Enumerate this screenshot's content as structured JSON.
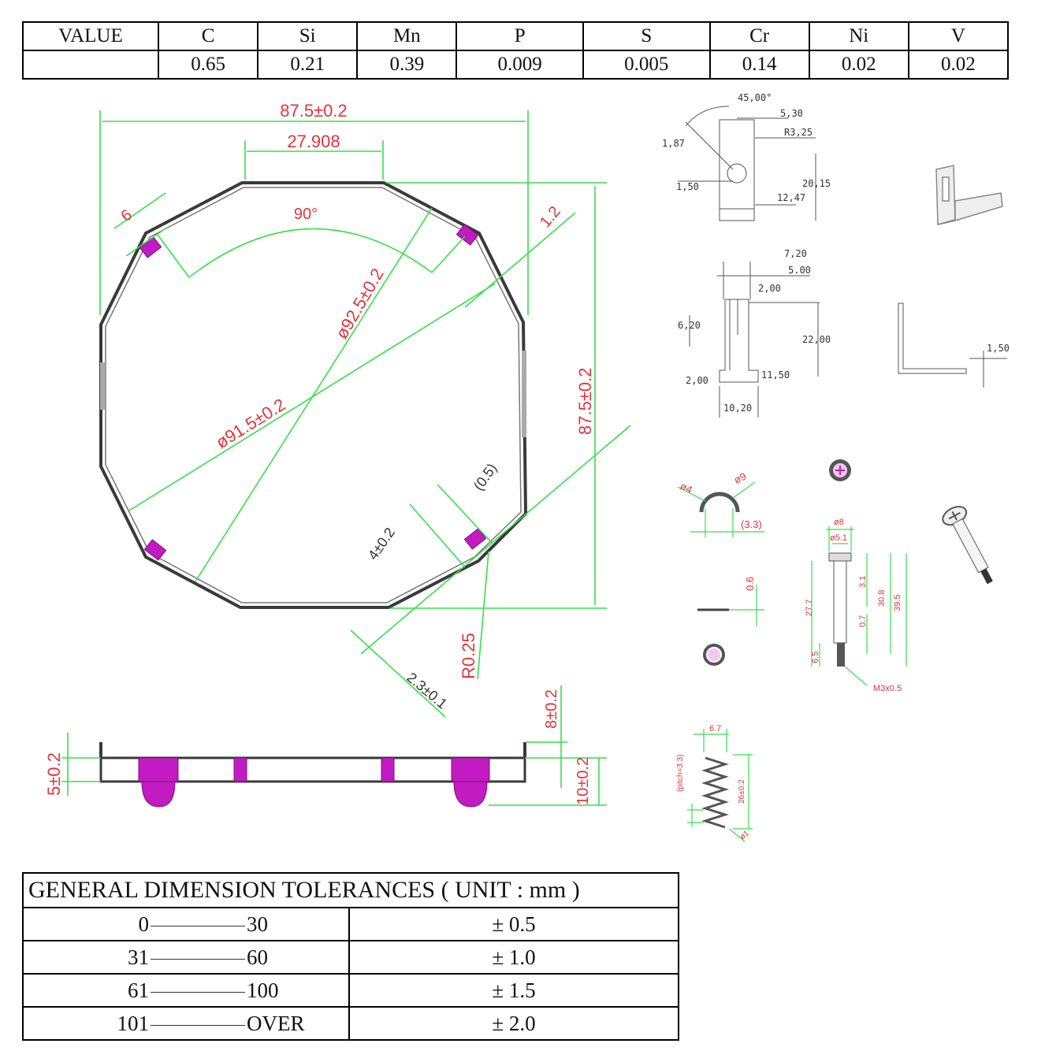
{
  "composition_table": {
    "headers": [
      "VALUE",
      "C",
      "Si",
      "Mn",
      "P",
      "S",
      "Cr",
      "Ni",
      "V"
    ],
    "row": [
      "",
      "0.65",
      "0.21",
      "0.39",
      "0.009",
      "0.005",
      "0.14",
      "0.02",
      "0.02"
    ]
  },
  "main_drawing": {
    "dims": {
      "width_top": "87.5±0.2",
      "flat_top": "27.908",
      "angle": "90°",
      "tab_width": "6",
      "gap": "1.2",
      "diag_925": "ø92.5±0.2",
      "diag_915": "ø91.5±0.2",
      "height_right": "87.5±0.2",
      "tab_len": "4±0.2",
      "half": "(0.5)",
      "tab_depth": "2.3±0.1",
      "radius": "R0.25"
    }
  },
  "side_view": {
    "dims": {
      "left_h": "5±0.2",
      "right_top": "8±0.2",
      "right_h": "10±0.2"
    }
  },
  "bracket_drawing": {
    "dims": [
      "45,00°",
      "5,30",
      "R3,25",
      "1,87",
      "1,50",
      "20,15",
      "12,47"
    ]
  },
  "tab_drawing": {
    "dims": [
      "7,20",
      "5.00",
      "2,00",
      "6,20",
      "22,00",
      "2,00",
      "11,50",
      "10,20",
      "1,50"
    ]
  },
  "clip_drawing": {
    "dims": [
      "ø4",
      "ø9",
      "(3.3)",
      "0.6"
    ]
  },
  "screw_drawing": {
    "dims": [
      "ø8",
      "ø5.1",
      "27.7",
      "3.1",
      "30.8",
      "39.5",
      "0.7",
      "6.5",
      "M3x0.5"
    ]
  },
  "spring_drawing": {
    "dims": [
      "6.7",
      "(pitch=3.3)",
      "26±0.2",
      "ø1"
    ]
  },
  "tolerance_table": {
    "title": "GENERAL DIMENSION TOLERANCES ( UNIT : mm )",
    "rows": [
      {
        "from": "0",
        "to": "30",
        "tol": "± 0.5"
      },
      {
        "from": "31",
        "to": "60",
        "tol": "± 1.0"
      },
      {
        "from": "61",
        "to": "100",
        "tol": "± 1.5"
      },
      {
        "from": "101",
        "to": "OVER",
        "tol": "± 2.0"
      }
    ]
  },
  "colors": {
    "dimension": "#e3343a",
    "leader": "#35e04a",
    "tab": "#c21bc2",
    "outline": "#3a3a3a"
  }
}
